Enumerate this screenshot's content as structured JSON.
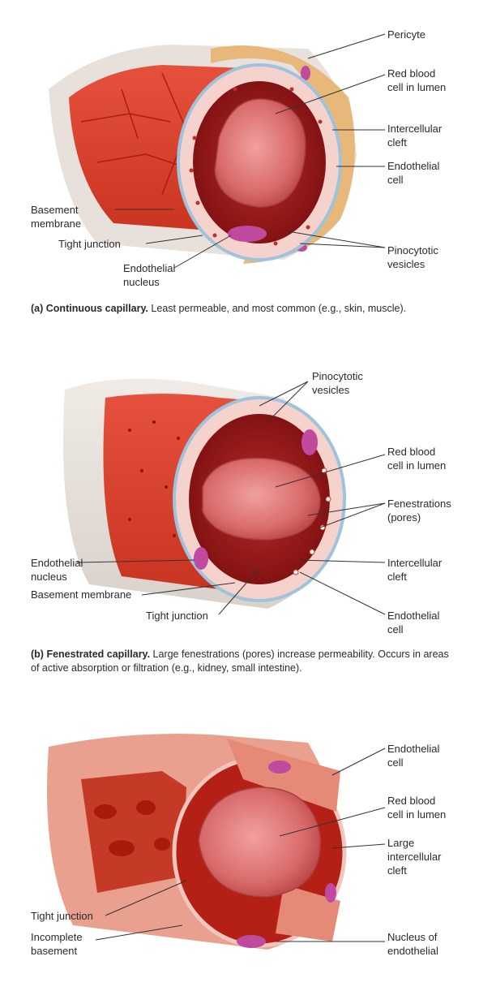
{
  "panel_a": {
    "labels": {
      "pericyte": "Pericyte",
      "rbc": "Red blood\ncell in lumen",
      "cleft": "Intercellular\ncleft",
      "endo_cell": "Endothelial\ncell",
      "basement": "Basement\nmembrane",
      "tight": "Tight junction",
      "endo_nucleus": "Endothelial\nnucleus",
      "pino": "Pinocytotic\nvesicles"
    },
    "caption_letter": "(a)",
    "caption_title": "Continuous capillary.",
    "caption_text": " Least permeable, and most common (e.g., skin, muscle)."
  },
  "panel_b": {
    "labels": {
      "pino": "Pinocytotic\nvesicles",
      "rbc": "Red blood\ncell in lumen",
      "fen": "Fenestrations\n(pores)",
      "endo_nucleus": "Endothelial\nnucleus",
      "cleft": "Intercellular\ncleft",
      "basement": "Basement membrane",
      "tight": "Tight junction",
      "endo_cell": "Endothelial\ncell"
    },
    "caption_letter": "(b)",
    "caption_title": "Fenestrated capillary.",
    "caption_text": " Large fenestrations (pores) increase permeability. Occurs in areas of active absorption or filtration (e.g., kidney, small intestine)."
  },
  "panel_c": {
    "labels": {
      "endo_cell": "Endothelial\ncell",
      "rbc": "Red blood\ncell in lumen",
      "large_cleft": "Large\nintercellular\ncleft",
      "tight": "Tight junction",
      "incomplete": "Incomplete\nbasement",
      "nucleus": "Nucleus of\nendothelial"
    }
  }
}
